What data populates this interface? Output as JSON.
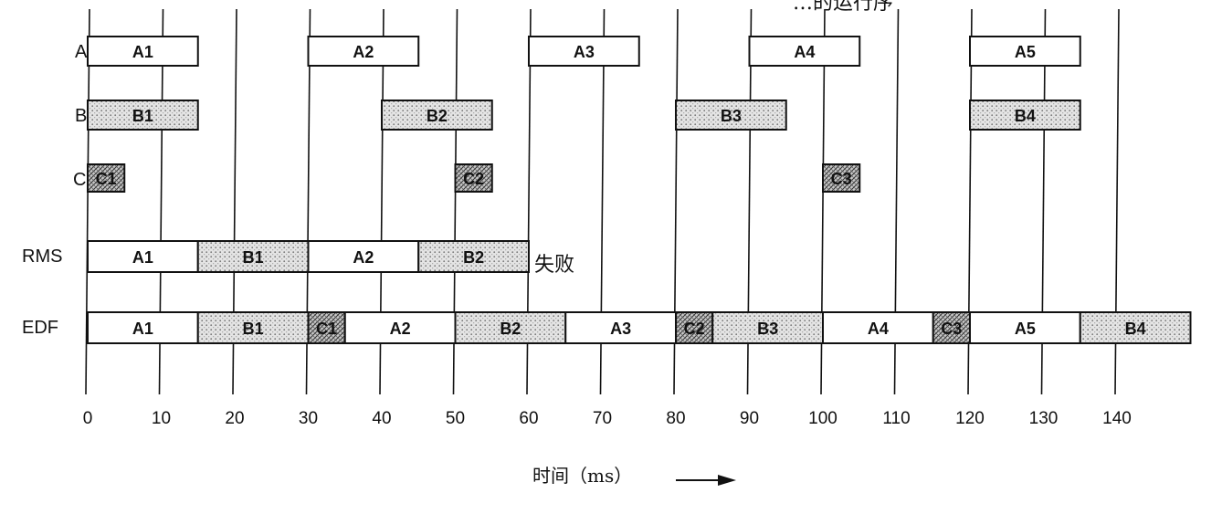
{
  "figure": {
    "partial_top_text": "…的运行序",
    "fail_label": "失败",
    "x_axis_label": "时间（ms）",
    "arrow_icon": "right-arrow-icon"
  },
  "rows": [
    "A",
    "B",
    "C",
    "RMS",
    "EDF"
  ],
  "ticks": [
    "0",
    "10",
    "20",
    "30",
    "40",
    "50",
    "60",
    "70",
    "80",
    "90",
    "100",
    "110",
    "120",
    "130",
    "140"
  ],
  "fills": {
    "A": "#ffffff",
    "B": "#e2e2e2",
    "C": "#c4c4c4"
  },
  "chart_data": {
    "type": "gantt",
    "x_unit": "ms",
    "xlim": [
      0,
      140
    ],
    "tasks": [
      {
        "row": "A",
        "label": "A1",
        "start": 0,
        "end": 15,
        "kind": "A"
      },
      {
        "row": "A",
        "label": "A2",
        "start": 30,
        "end": 45,
        "kind": "A"
      },
      {
        "row": "A",
        "label": "A3",
        "start": 60,
        "end": 75,
        "kind": "A"
      },
      {
        "row": "A",
        "label": "A4",
        "start": 90,
        "end": 105,
        "kind": "A"
      },
      {
        "row": "A",
        "label": "A5",
        "start": 120,
        "end": 135,
        "kind": "A"
      },
      {
        "row": "B",
        "label": "B1",
        "start": 0,
        "end": 15,
        "kind": "B"
      },
      {
        "row": "B",
        "label": "B2",
        "start": 40,
        "end": 55,
        "kind": "B"
      },
      {
        "row": "B",
        "label": "B3",
        "start": 80,
        "end": 95,
        "kind": "B"
      },
      {
        "row": "B",
        "label": "B4",
        "start": 120,
        "end": 135,
        "kind": "B"
      },
      {
        "row": "C",
        "label": "C1",
        "start": 0,
        "end": 5,
        "kind": "C"
      },
      {
        "row": "C",
        "label": "C2",
        "start": 50,
        "end": 55,
        "kind": "C"
      },
      {
        "row": "C",
        "label": "C3",
        "start": 100,
        "end": 105,
        "kind": "C"
      },
      {
        "row": "RMS",
        "label": "A1",
        "start": 0,
        "end": 15,
        "kind": "A"
      },
      {
        "row": "RMS",
        "label": "B1",
        "start": 15,
        "end": 30,
        "kind": "B"
      },
      {
        "row": "RMS",
        "label": "A2",
        "start": 30,
        "end": 45,
        "kind": "A"
      },
      {
        "row": "RMS",
        "label": "B2",
        "start": 45,
        "end": 60,
        "kind": "B"
      },
      {
        "row": "EDF",
        "label": "A1",
        "start": 0,
        "end": 15,
        "kind": "A"
      },
      {
        "row": "EDF",
        "label": "B1",
        "start": 15,
        "end": 30,
        "kind": "B"
      },
      {
        "row": "EDF",
        "label": "C1",
        "start": 30,
        "end": 35,
        "kind": "C"
      },
      {
        "row": "EDF",
        "label": "A2",
        "start": 35,
        "end": 50,
        "kind": "A"
      },
      {
        "row": "EDF",
        "label": "B2",
        "start": 50,
        "end": 65,
        "kind": "B"
      },
      {
        "row": "EDF",
        "label": "A3",
        "start": 65,
        "end": 80,
        "kind": "A"
      },
      {
        "row": "EDF",
        "label": "C2",
        "start": 80,
        "end": 85,
        "kind": "C"
      },
      {
        "row": "EDF",
        "label": "B3",
        "start": 85,
        "end": 100,
        "kind": "B"
      },
      {
        "row": "EDF",
        "label": "A4",
        "start": 100,
        "end": 115,
        "kind": "A"
      },
      {
        "row": "EDF",
        "label": "C3",
        "start": 115,
        "end": 120,
        "kind": "C"
      },
      {
        "row": "EDF",
        "label": "A5",
        "start": 120,
        "end": 135,
        "kind": "A"
      },
      {
        "row": "EDF",
        "label": "B4",
        "start": 135,
        "end": 150,
        "kind": "B"
      }
    ]
  }
}
